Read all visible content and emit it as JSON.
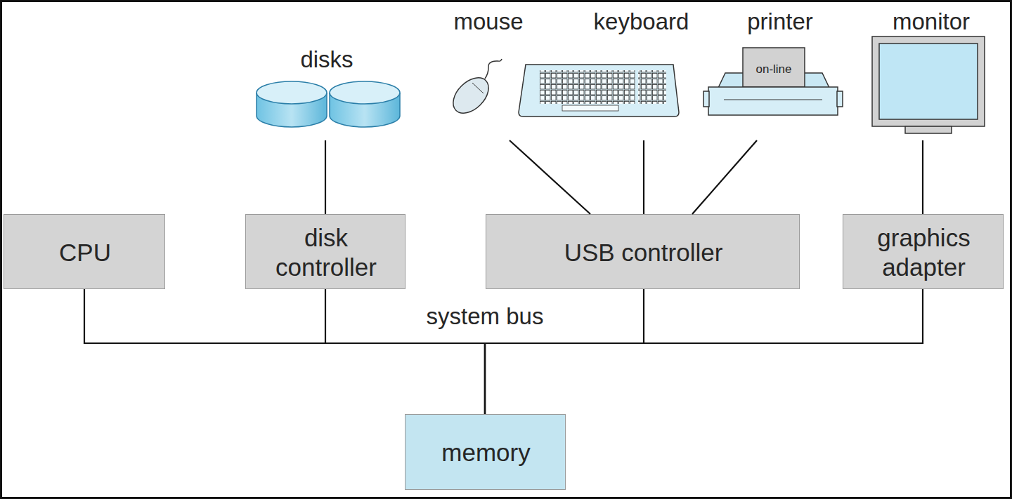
{
  "diagram": {
    "nodes": [
      {
        "text": [
          "disks"
        ]
      },
      {
        "text": [
          "mouse"
        ]
      },
      {
        "text": [
          "keyboard"
        ]
      },
      {
        "text": [
          "printer",
          "on-line"
        ]
      },
      {
        "text": [
          "monitor"
        ]
      },
      {
        "text": [
          "CPU"
        ]
      },
      {
        "text": [
          "disk controller"
        ]
      },
      {
        "text": [
          "USB controller"
        ]
      },
      {
        "text": [
          "graphics adapter"
        ]
      },
      {
        "text": [
          "memory"
        ]
      }
    ],
    "edges": [
      {
        "from": 0,
        "to": 6,
        "arrow": "none"
      },
      {
        "from": 1,
        "to": 7,
        "arrow": "none"
      },
      {
        "from": 2,
        "to": 7,
        "arrow": "none"
      },
      {
        "from": 3,
        "to": 7,
        "arrow": "none"
      },
      {
        "from": 4,
        "to": 8,
        "arrow": "none"
      },
      {
        "from": 5,
        "to": 9,
        "arrow": "none"
      },
      {
        "from": 6,
        "to": 9,
        "arrow": "none"
      },
      {
        "from": 7,
        "to": 9,
        "arrow": "none"
      },
      {
        "from": 8,
        "to": 9,
        "arrow": "none"
      }
    ],
    "labels": [
      "system bus"
    ]
  }
}
